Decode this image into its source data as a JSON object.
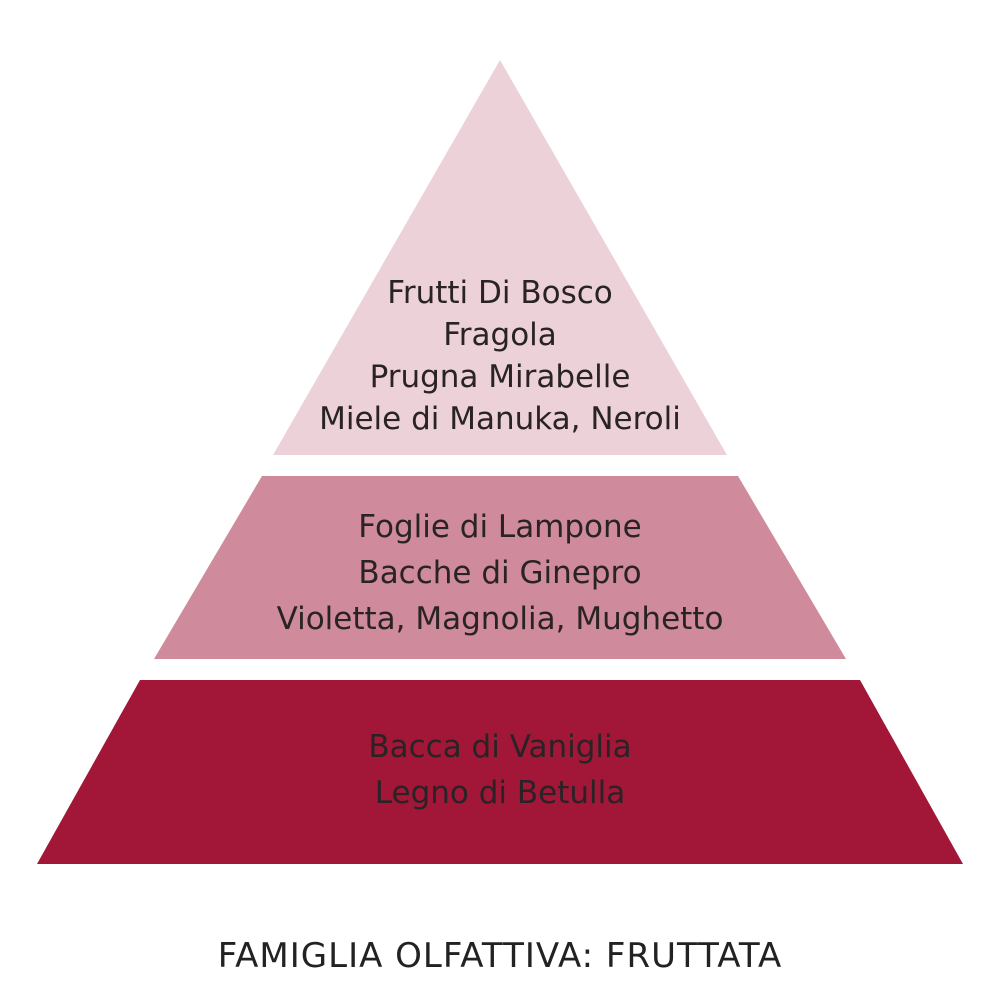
{
  "pyramid": {
    "top": {
      "color": "#ecd2d8",
      "lines": [
        "Frutti Di Bosco",
        "Fragola",
        "Prugna Mirabelle",
        "Miele di Manuka, Neroli"
      ]
    },
    "middle": {
      "color": "#cf8b9b",
      "lines": [
        "Foglie di Lampone",
        "Bacche di Ginepro",
        "Violetta, Magnolia, Mughetto"
      ]
    },
    "base": {
      "color": "#a21638",
      "lines": [
        "Bacca di Vaniglia",
        "Legno di Betulla"
      ]
    }
  },
  "caption": "FAMIGLIA OLFATTIVA: FRUTTATA"
}
